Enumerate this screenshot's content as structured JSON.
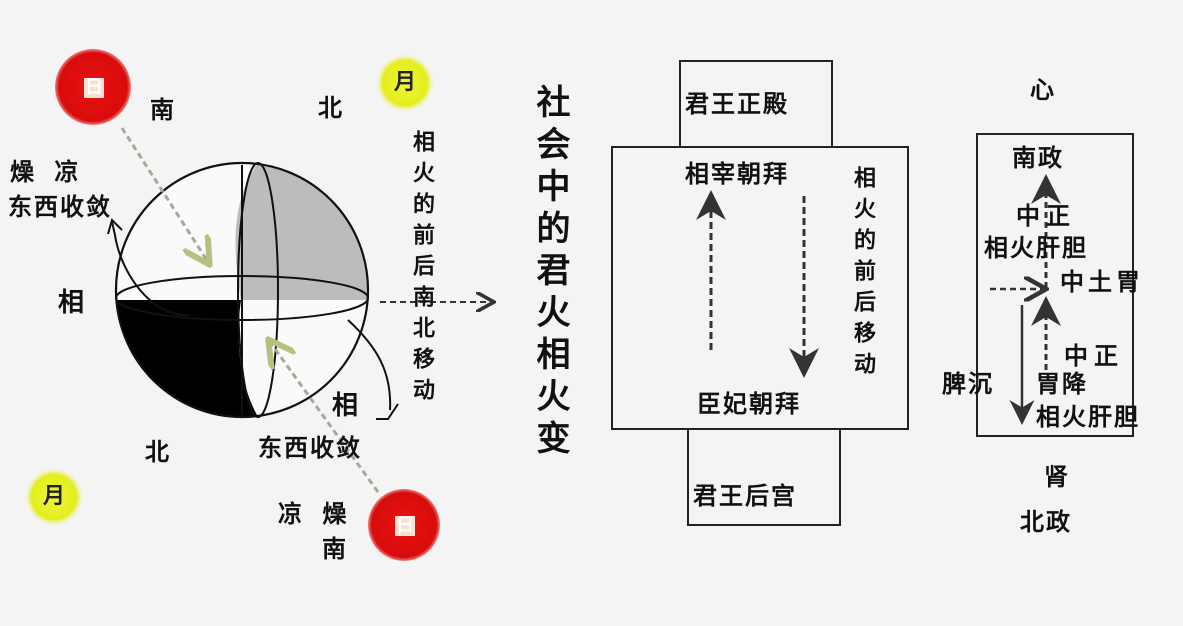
{
  "colors": {
    "background": "#f4f4f4",
    "sun": "#e01010",
    "moon": "#e6f020",
    "ink": "#111111",
    "shade_gray": "#bcbcbc",
    "shade_black": "#000000",
    "dashed_ray": "#a8a898"
  },
  "sphere_diagram": {
    "sun_top": {
      "glyph": "日",
      "icon": "sun-icon"
    },
    "sun_bottom": {
      "glyph": "日",
      "icon": "sun-icon"
    },
    "moon_top": {
      "glyph": "月",
      "icon": "moon-icon"
    },
    "moon_bottom": {
      "glyph": "月",
      "icon": "moon-icon"
    },
    "label_south_top": "南",
    "label_north_top": "北",
    "label_north_bottom": "北",
    "label_south_bottom": "南",
    "label_dry_cool_top": "燥 凉",
    "label_converge_top": "东西收敛",
    "label_xiang_left": "相",
    "label_xiang_right": "相",
    "label_converge_bottom": "东西收敛",
    "label_cool_dry_bottom": "凉 燥",
    "side_note_vertical": "相火的前后南北移动"
  },
  "title_vertical": "社会中的君火相火变",
  "palace_diagram": {
    "top_box": "君王正殿",
    "main_top_label": "相宰朝拜",
    "main_bottom_label": "臣妃朝拜",
    "side_note_vertical": "相火的前后移动",
    "bottom_box": "君王后宫"
  },
  "organ_diagram": {
    "top_label": "心",
    "south_gov": "南政",
    "zhongzheng_top": "中正",
    "liver_gall_top": "相火肝胆",
    "earth_stomach": "中土胃",
    "zhongzheng_bottom": "中正",
    "spleen_sink": "脾沉",
    "stomach_descend": "胃降",
    "liver_gall_bottom": "相火肝胆",
    "kidney": "肾",
    "north_gov": "北政"
  }
}
